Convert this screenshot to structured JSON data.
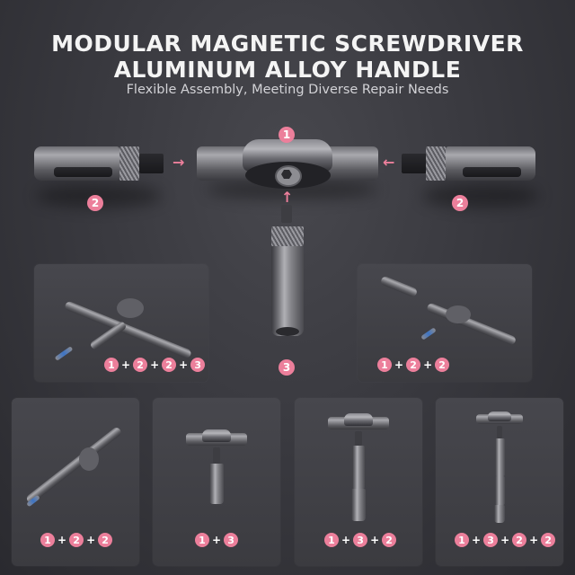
{
  "header": {
    "title_line1": "MODULAR MAGNETIC SCREWDRIVER",
    "title_line2": "ALUMINUM ALLOY HANDLE",
    "subtitle": "Flexible Assembly, Meeting Diverse Repair Needs"
  },
  "colors": {
    "badge": "#ec7f9b",
    "background": "#3a3a40",
    "card": "#434348"
  },
  "main_diagram": {
    "parts": [
      {
        "id": "handle",
        "badge": "1"
      },
      {
        "id": "extension-left",
        "badge": "2"
      },
      {
        "id": "extension-right",
        "badge": "2"
      },
      {
        "id": "extension-bottom",
        "badge": "3"
      }
    ],
    "arrows": [
      "arrow-right",
      "arrow-left",
      "arrow-up"
    ]
  },
  "configurations": [
    {
      "badges": [
        "1",
        "2",
        "2",
        "3"
      ]
    },
    {
      "badges": [
        "1",
        "2",
        "2"
      ]
    },
    {
      "badges": [
        "1",
        "2",
        "2"
      ]
    },
    {
      "badges": [
        "1",
        "3"
      ]
    },
    {
      "badges": [
        "1",
        "3",
        "2"
      ]
    },
    {
      "badges": [
        "1",
        "3",
        "2",
        "2"
      ]
    }
  ],
  "plus_sign": "+"
}
